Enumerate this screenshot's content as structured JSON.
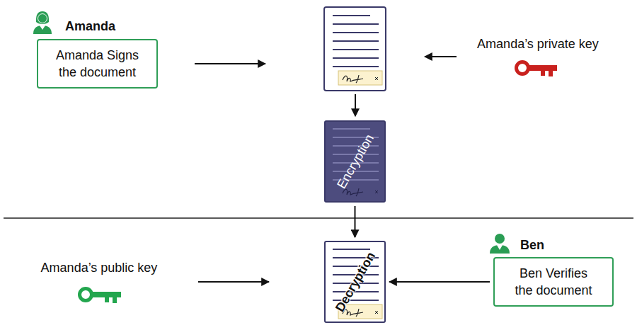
{
  "diagram": {
    "nodes": [
      {
        "text": [
          "Amanda",
          "Amanda Signs the document"
        ]
      },
      {
        "text": [
          "Encryption"
        ]
      },
      {
        "text": [
          "Decryption"
        ]
      },
      {
        "text": [
          "Ben",
          "Ben Verifies the document"
        ]
      }
    ],
    "edges": [
      {
        "from": 1,
        "to": 2,
        "arrow": "to"
      },
      {
        "from": 3,
        "to": 2,
        "arrow": "to"
      }
    ],
    "labels": [
      "Amanda’s private key",
      "Amanda’s public key"
    ]
  }
}
